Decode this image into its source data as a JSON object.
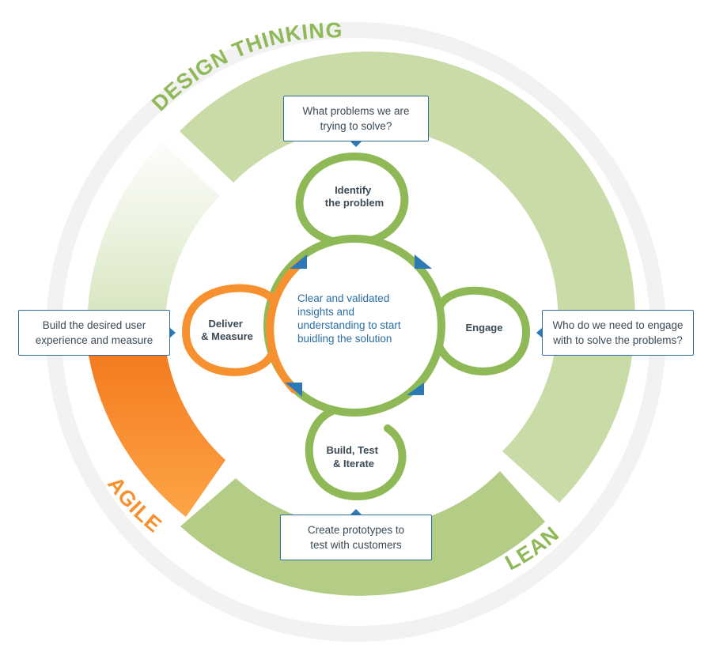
{
  "colors": {
    "outer_ring": "#f1f1f1",
    "green_light": "#c9dca8",
    "green": "#b3cd86",
    "loop_green": "#8fb957",
    "orange": "#f7902f",
    "orange_dark": "#f47b20",
    "text_blue": "#2a6fa3",
    "callout_border": "#2f6f9f",
    "arrow_blue": "#2b79b5",
    "loop_text": "#3b4a55"
  },
  "segments": {
    "design_thinking": "DESIGN THINKING",
    "lean": "LEAN",
    "agile": "AGILE"
  },
  "center": {
    "lines": [
      "Clear and validated",
      "insights and",
      "understanding to start",
      "buidling the solution"
    ]
  },
  "loops": {
    "identify": [
      "Identify",
      "the problem"
    ],
    "engage": "Engage",
    "build": [
      "Build, Test",
      "& Iterate"
    ],
    "deliver": [
      "Deliver",
      "& Measure"
    ]
  },
  "callouts": {
    "top": [
      "What problems we are",
      "trying to solve?"
    ],
    "right": [
      "Who do we need to engage",
      "with to solve the problems?"
    ],
    "bottom": [
      "Create prototypes to",
      "test with customers"
    ],
    "left": [
      "Build the desired user",
      "experience and measure"
    ]
  }
}
